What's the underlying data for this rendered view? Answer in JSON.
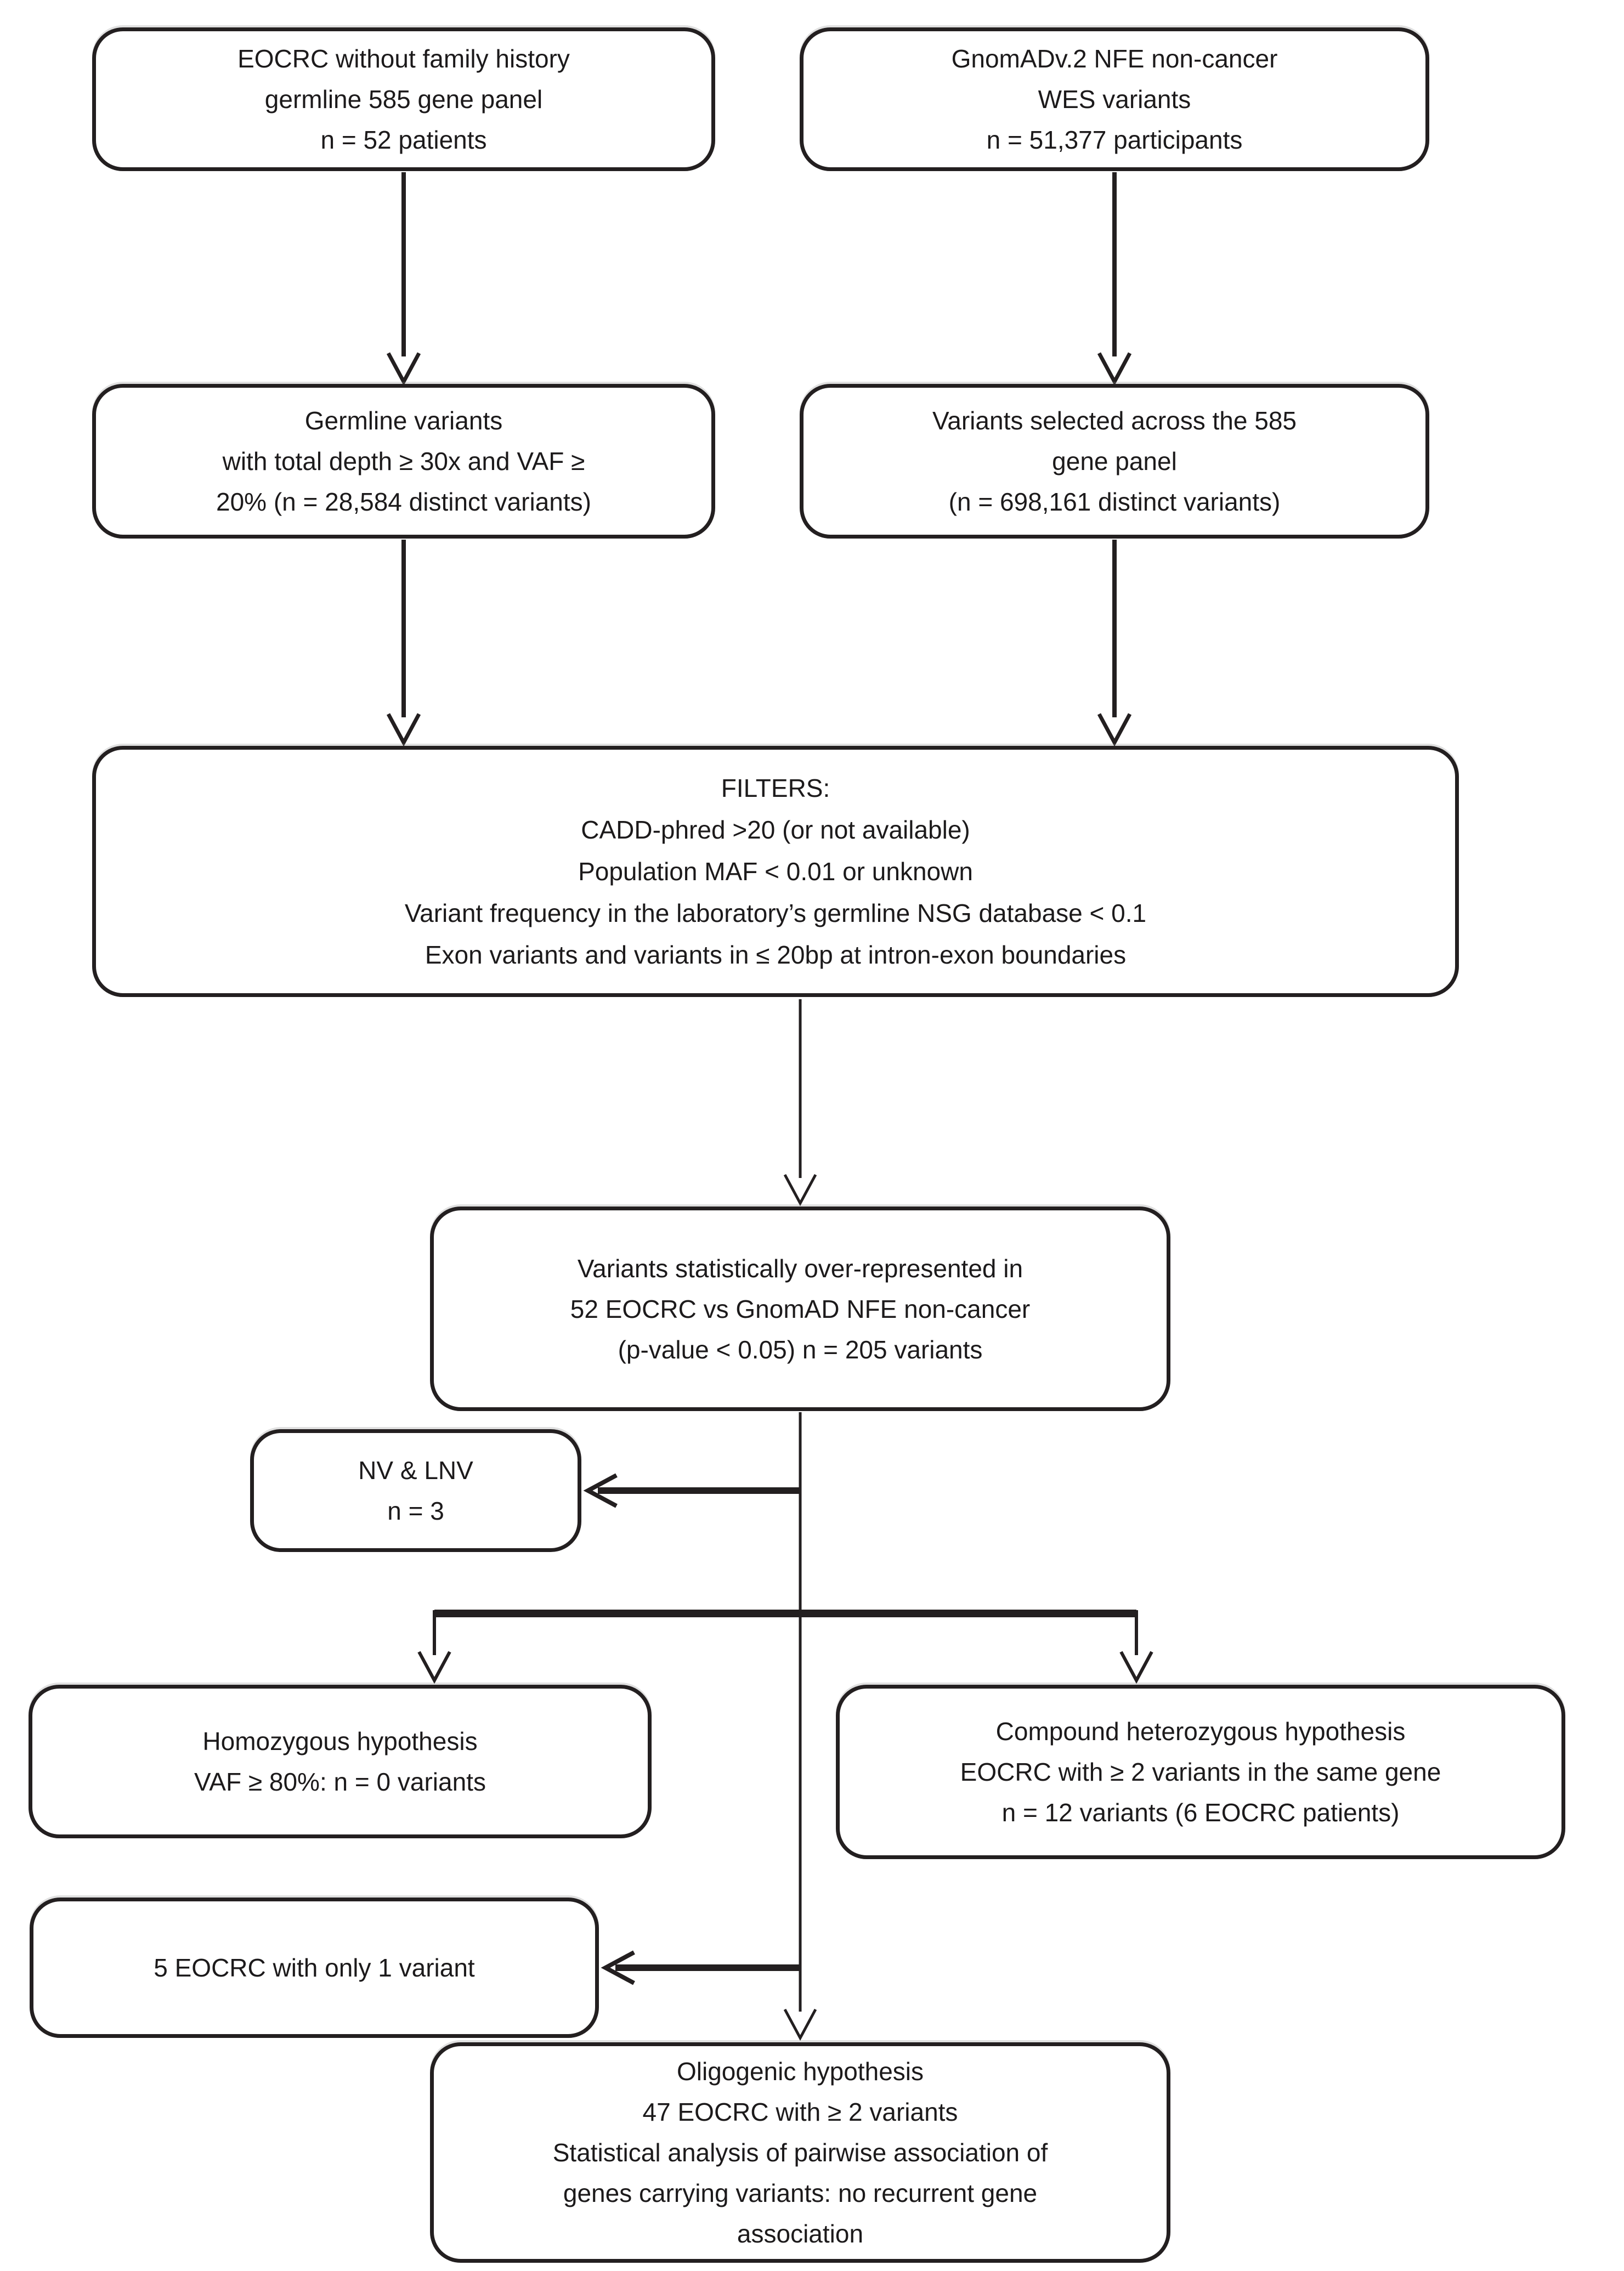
{
  "colors": {
    "background": "#ffffff",
    "box_fill": "#ffffff",
    "box_border": "#231f20",
    "text": "#1c1a1b",
    "arrow": "#231f20"
  },
  "nodes": {
    "eocrc_cohort": {
      "lines": [
        "EOCRC without family history",
        "germline 585 gene panel",
        "n = 52 patients"
      ]
    },
    "gnomad_cohort": {
      "lines": [
        "GnomADv.2 NFE non-cancer",
        "WES variants",
        "n = 51,377 participants"
      ]
    },
    "germline_variants": {
      "lines": [
        "Germline variants",
        "with total depth ≥ 30x and VAF ≥",
        "20% (n = 28,584 distinct variants)"
      ]
    },
    "panel_variants": {
      "lines": [
        "Variants selected across the 585",
        "gene panel",
        "(n = 698,161 distinct variants)"
      ]
    },
    "filters": {
      "lines": [
        "FILTERS:",
        "CADD-phred >20 (or not available)",
        "Population MAF < 0.01 or unknown",
        "Variant frequency in the laboratory’s germline NSG database < 0.1",
        "Exon variants and variants in ≤ 20bp at intron-exon boundaries"
      ]
    },
    "overrepresented": {
      "lines": [
        "Variants statistically over-represented in",
        "52 EOCRC vs GnomAD NFE non-cancer",
        "(p-value < 0.05) n = 205 variants"
      ]
    },
    "nv_lnv": {
      "lines": [
        "NV & LNV",
        "n = 3"
      ]
    },
    "homozygous": {
      "lines": [
        "Homozygous hypothesis",
        "VAF ≥ 80%: n = 0 variants"
      ]
    },
    "compound_heterozygous": {
      "lines": [
        "Compound heterozygous hypothesis",
        "EOCRC with ≥ 2 variants in the same gene",
        "n = 12 variants (6 EOCRC patients)"
      ]
    },
    "single_variant": {
      "lines": [
        "5 EOCRC with only 1 variant"
      ]
    },
    "oligogenic": {
      "lines": [
        "Oligogenic hypothesis",
        "47 EOCRC with ≥ 2 variants",
        "Statistical analysis of pairwise association of",
        "genes carrying variants: no recurrent gene",
        "association"
      ]
    }
  }
}
